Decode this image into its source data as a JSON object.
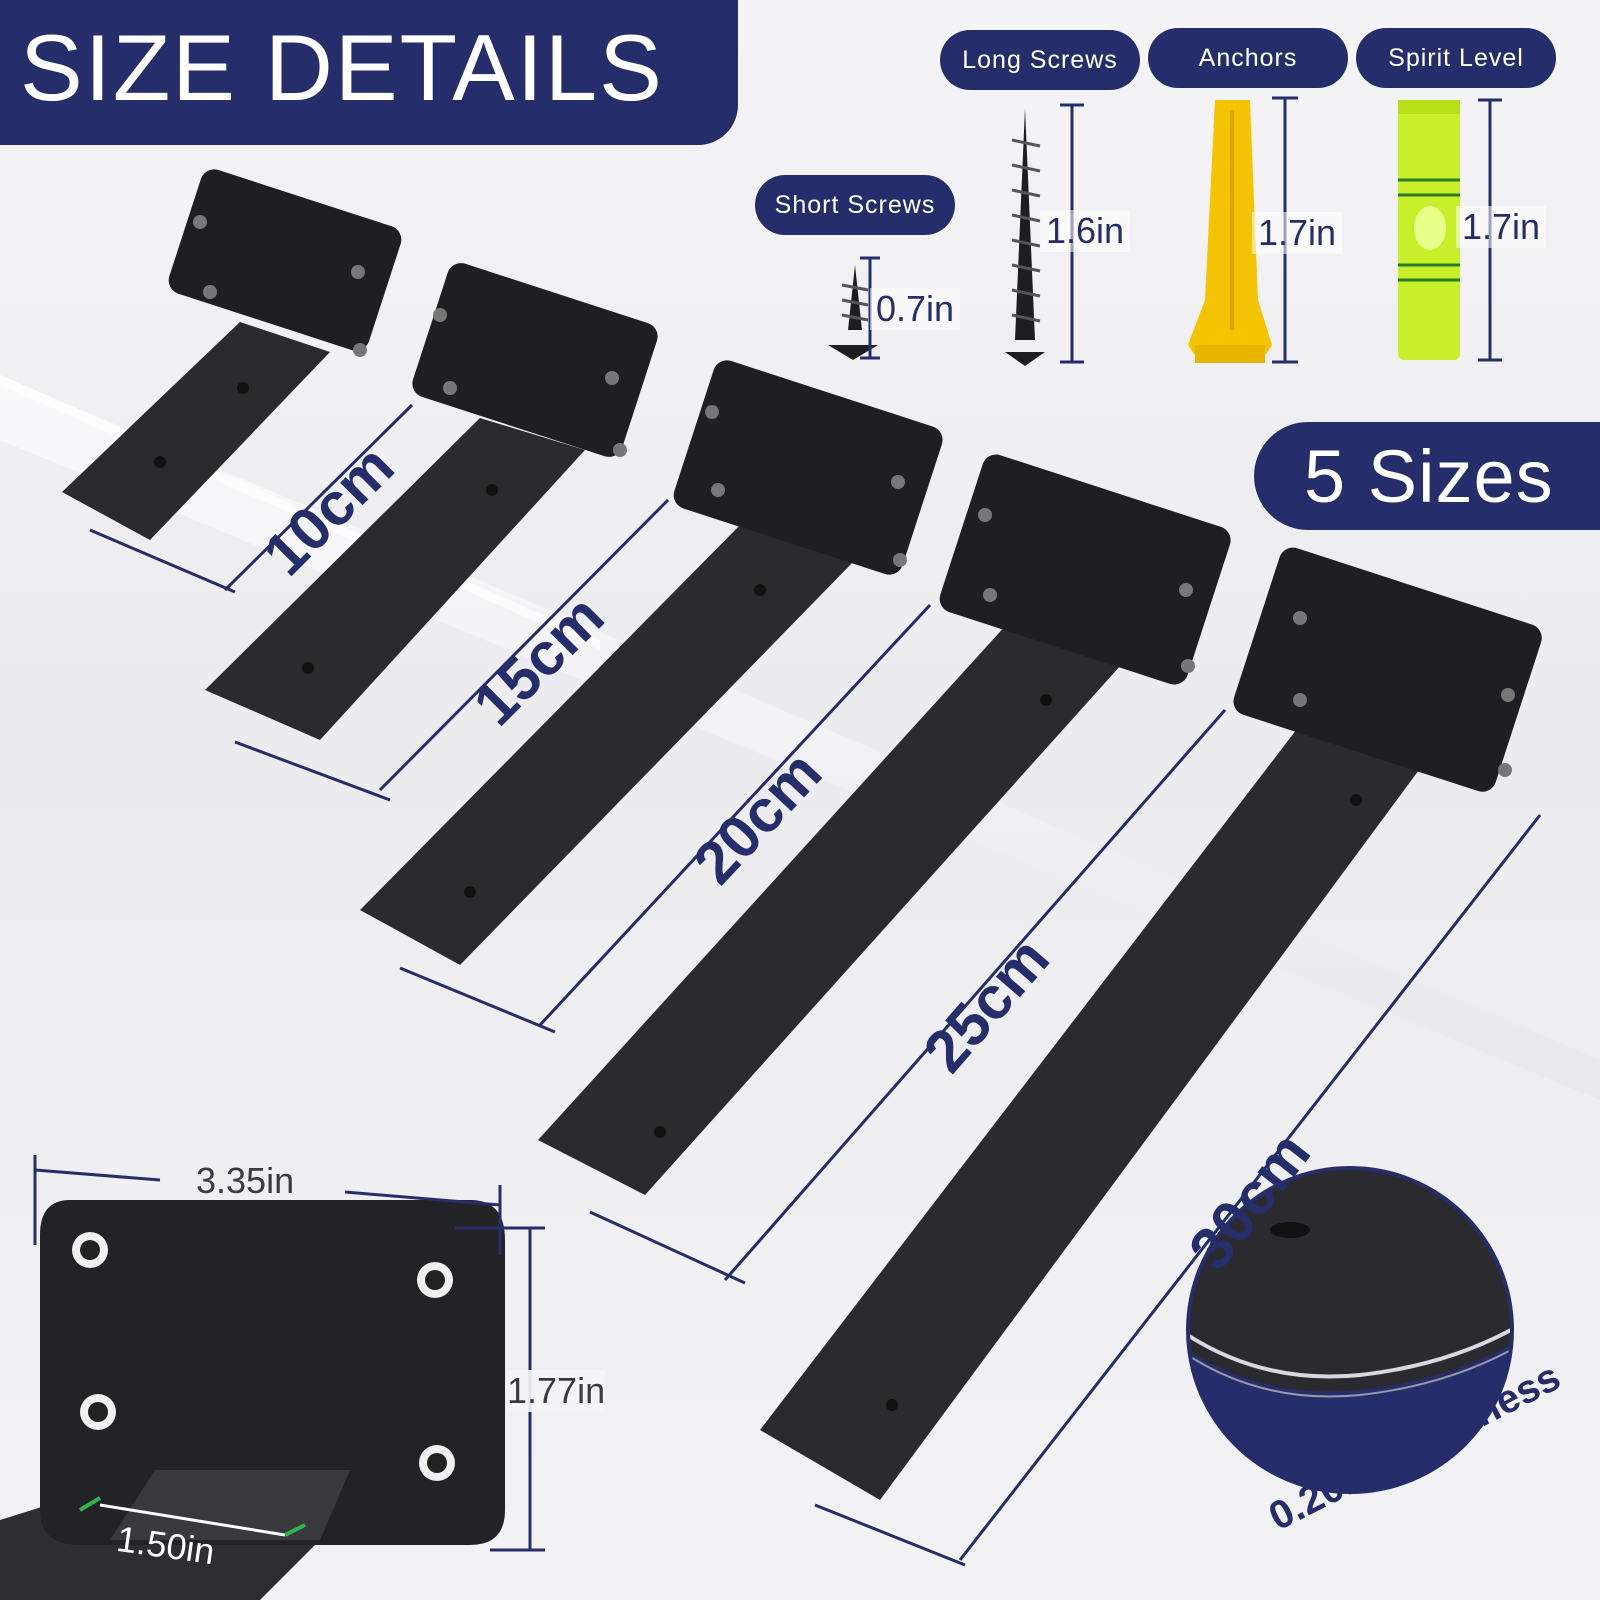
{
  "header": {
    "title": "SIZE DETAILS"
  },
  "accessories": {
    "short_screws": {
      "label": "Short Screws",
      "size": "0.7in"
    },
    "long_screws": {
      "label": "Long Screws",
      "size": "1.6in"
    },
    "anchors": {
      "label": "Anchors",
      "size": "1.7in"
    },
    "spirit_level": {
      "label": "Spirit Level",
      "size": "1.7in"
    }
  },
  "sizes_badge": "5 Sizes",
  "brackets": [
    {
      "length": "10cm"
    },
    {
      "length": "15cm"
    },
    {
      "length": "20cm"
    },
    {
      "length": "25cm"
    },
    {
      "length": "30cm"
    }
  ],
  "plate": {
    "width": "3.35in",
    "height": "1.77in",
    "arm_width": "1.50in"
  },
  "thickness": "0.20in Thickness",
  "colors": {
    "navy": "#262d6b",
    "bracket": "#2b2b2e",
    "anchor_yellow": "#f5c400",
    "level_green": "#c8f02a"
  }
}
